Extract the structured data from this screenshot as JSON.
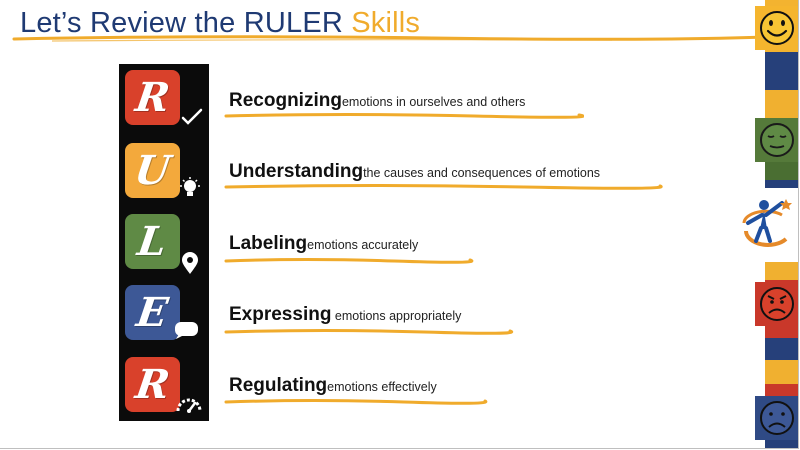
{
  "title": {
    "part1": "Let’s Review the RULER ",
    "part2": "Skills"
  },
  "ruler_letters": [
    {
      "letter": "R",
      "color": "#d9412b",
      "icon": "checkmark-icon"
    },
    {
      "letter": "U",
      "color": "#f3a93c",
      "icon": "lightbulb-icon"
    },
    {
      "letter": "L",
      "color": "#5f8a45",
      "icon": "location-pin-icon"
    },
    {
      "letter": "E",
      "color": "#3d5896",
      "icon": "speech-bubble-icon"
    },
    {
      "letter": "R",
      "color": "#d9412b",
      "icon": "gauge-icon"
    }
  ],
  "skills": [
    {
      "keyword": "Recognizing",
      "description": "emotions in ourselves and others"
    },
    {
      "keyword": "Understanding",
      "description": "the causes and consequences of emotions"
    },
    {
      "keyword": "Labeling",
      "description": "emotions accurately"
    },
    {
      "keyword": "Expressing",
      "description": " emotions appropriately"
    },
    {
      "keyword": "Regulating",
      "description": "emotions effectively"
    }
  ],
  "colors": {
    "title_blue": "#1f3a73",
    "accent_orange": "#f0ab2c"
  },
  "right_strip": {
    "faces": [
      "happy-face-icon",
      "calm-face-icon",
      "angry-face-icon",
      "sad-face-icon"
    ],
    "logo": "person-globe-logo-icon"
  }
}
